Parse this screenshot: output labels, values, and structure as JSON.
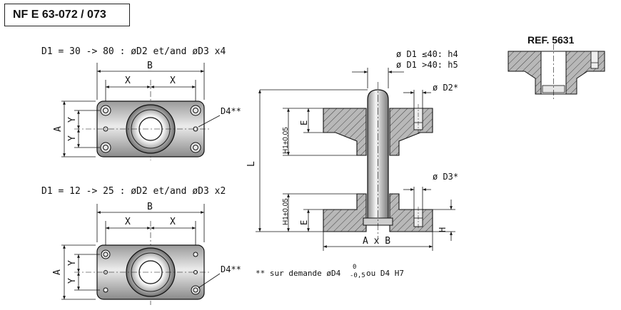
{
  "header": {
    "standard": "NF E 63-072 / 073",
    "reference": "REF. 5631"
  },
  "top_plan": {
    "title": "D1 = 30 -> 80 : øD2 et/and øD3  x4",
    "dim_b": "B",
    "dim_x_left": "X",
    "dim_x_right": "X",
    "dim_a": "A",
    "dim_y_top": "Y",
    "dim_y_bottom": "Y",
    "label_d4": "D4**"
  },
  "bottom_plan": {
    "title": "D1 = 12 -> 25 : øD2 et/and øD3  x2",
    "dim_b": "B",
    "dim_x_left": "X",
    "dim_x_right": "X",
    "dim_a": "A",
    "dim_y_top": "Y",
    "dim_y_bottom": "Y",
    "label_d4": "D4**"
  },
  "section": {
    "d1_small": "ø D1  ≤40: h4",
    "d1_large": "ø D1  >40: h5",
    "d2": "ø D2*",
    "d3": "ø D3*",
    "length": "L",
    "h1_upper": "H1±0,05",
    "e_upper": "E",
    "h1_lower": "H1±0,05",
    "e_lower": "E",
    "h": "H",
    "axb": "A x B"
  },
  "footnote": {
    "prefix": "** sur demande øD4",
    "tol_upper": "0",
    "tol_lower": "-0,5",
    "suffix": " ou D4 H7"
  },
  "colors": {
    "metal_light": "#dcdcdc",
    "metal_dark": "#7d7d7d",
    "line": "#111111",
    "hatch": "#333333"
  }
}
